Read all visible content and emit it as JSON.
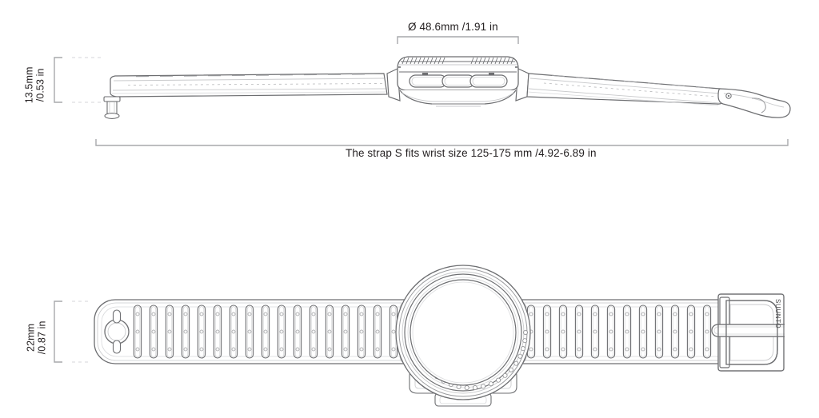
{
  "drawing": {
    "title": "Watch and strap technical dimension drawing",
    "line_color": "#6d6e71",
    "text_color": "#231f20",
    "background": "#ffffff"
  },
  "dimensions": {
    "case_diameter": {
      "name": "case-diameter",
      "symbol": "Ø",
      "text": "Ø 48.6mm /1.91 in",
      "metric": "48.6mm",
      "imperial": "1.91 in"
    },
    "case_thickness": {
      "name": "case-thickness",
      "line1": "13.5mm",
      "line2": "/0.53 in",
      "metric": "13.5mm",
      "imperial": "0.53 in"
    },
    "strap_width": {
      "name": "strap-width",
      "line1": "22mm",
      "line2": "/0.87 in",
      "metric": "22mm",
      "imperial": "0.87 in"
    },
    "strap_fit": {
      "name": "strap-fit-range",
      "text": "The strap S fits wrist size 125-175 mm /4.92-6.89 in",
      "size_code": "S",
      "metric": "125-175 mm",
      "imperial": "4.92-6.89 in"
    }
  },
  "branding": {
    "buckle_text": "SUUNTO"
  },
  "views": {
    "side": {
      "name": "side-view",
      "parts": [
        "strap-left",
        "watch-case-side",
        "strap-right",
        "buckle-tip",
        "spring-bar-pin"
      ]
    },
    "top": {
      "name": "top-view",
      "parts": [
        "strap-left-vented",
        "watch-case-top",
        "bezel-ring",
        "strap-right-vented",
        "buckle-frame",
        "buckle-tongue"
      ]
    }
  }
}
